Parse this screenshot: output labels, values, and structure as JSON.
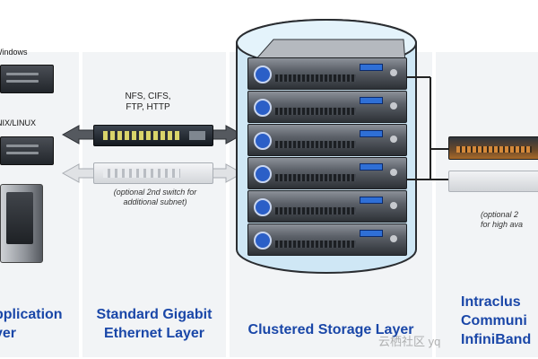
{
  "layers": {
    "application": "pplication\nyer",
    "ethernet": "Standard Gigabit\nEthernet Layer",
    "storage": "Clustered Storage Layer",
    "intracluster": "Intraclus\nCommuni\nInfiniBand"
  },
  "os_labels": {
    "windows": "Windows",
    "unix": "NIX/LINUX"
  },
  "protocols": "NFS, CIFS,\nFTP, HTTP",
  "notes": {
    "optional_switch": "(optional 2nd switch for\nadditional subnet)",
    "optional_infiniband": "(optional 2\nfor high ava"
  },
  "watermark": "云栖社区 yq"
}
